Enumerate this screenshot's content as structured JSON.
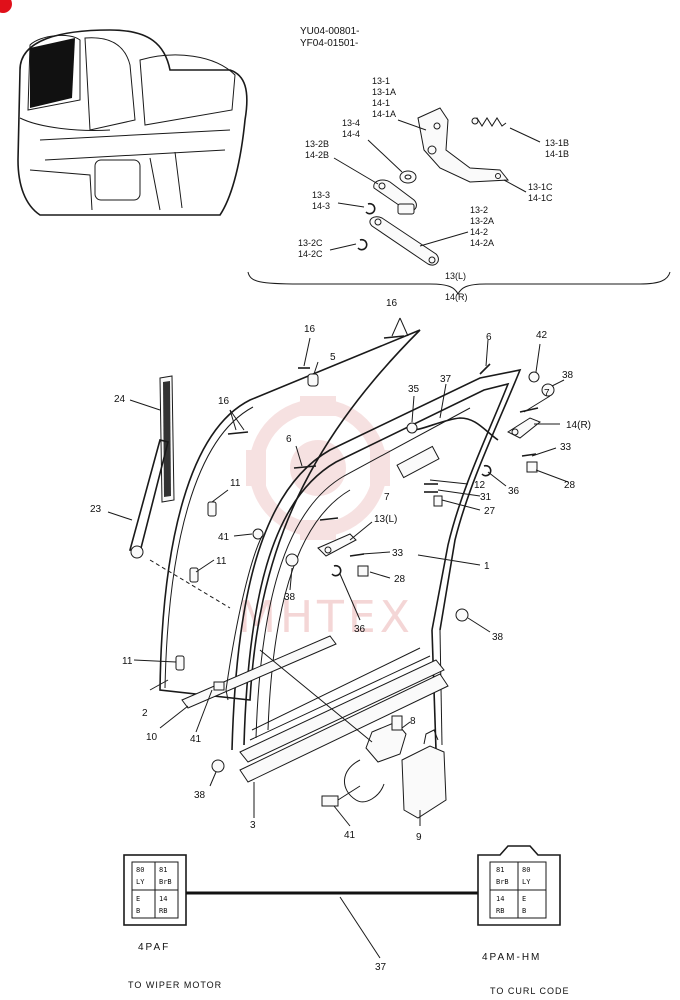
{
  "corner_badge": "",
  "serials": [
    "YU04-00801-",
    "YF04-01501-"
  ],
  "detail_labels": {
    "upper_right": [
      "13-1",
      "13-1A",
      "14-1",
      "14-1A"
    ],
    "plate_left": [
      "13-4",
      "14-4"
    ],
    "spring": [
      "13-1B",
      "14-1B"
    ],
    "bracket": [
      "13-1C",
      "14-1C"
    ],
    "link_2b": [
      "13-2B",
      "14-2B"
    ],
    "link_3": [
      "13-3",
      "14-3"
    ],
    "link_2": [
      "13-2",
      "13-2A",
      "14-2",
      "14-2A"
    ],
    "clip_2c": [
      "13-2C",
      "14-2C"
    ],
    "group_l": "13(L)",
    "group_r": "14(R)"
  },
  "callouts": {
    "c1": "1",
    "c2": "2",
    "c3": "3",
    "c5": "5",
    "c6a": "6",
    "c6b": "6",
    "c7a": "7",
    "c7b": "7",
    "c8": "8",
    "c9": "9",
    "c10": "10",
    "c11a": "11",
    "c11b": "11",
    "c11c": "11",
    "c12": "12",
    "c13l": "13(L)",
    "c14r": "14(R)",
    "c16a": "16",
    "c16b": "16",
    "c16c": "16",
    "c23": "23",
    "c24": "24",
    "c27": "27",
    "c28a": "28",
    "c28b": "28",
    "c31": "31",
    "c33a": "33",
    "c33b": "33",
    "c35": "35",
    "c36a": "36",
    "c36b": "36",
    "c37a": "37",
    "c37b": "37",
    "c38a": "38",
    "c38b": "38",
    "c38c": "38",
    "c38d": "38",
    "c41a": "41",
    "c41b": "41",
    "c41c": "41",
    "c42": "42"
  },
  "connector_left": {
    "pins": [
      [
        "80",
        "LY"
      ],
      [
        "81",
        "BrB"
      ],
      [
        "E",
        "B"
      ],
      [
        "14",
        "RB"
      ]
    ],
    "name": "4PAF",
    "caption": "TO WIPER MOTOR"
  },
  "connector_right": {
    "pins": [
      [
        "81",
        "BrB"
      ],
      [
        "80",
        "LY"
      ],
      [
        "14",
        "RB"
      ],
      [
        "E",
        "B"
      ]
    ],
    "name": "4PAM-HM",
    "caption": "TO CURL CODE"
  },
  "watermark": "MHTEX",
  "colors": {
    "badge": "#e0101a",
    "watermark": "#f4d6d6",
    "line": "#1a1a1a"
  }
}
